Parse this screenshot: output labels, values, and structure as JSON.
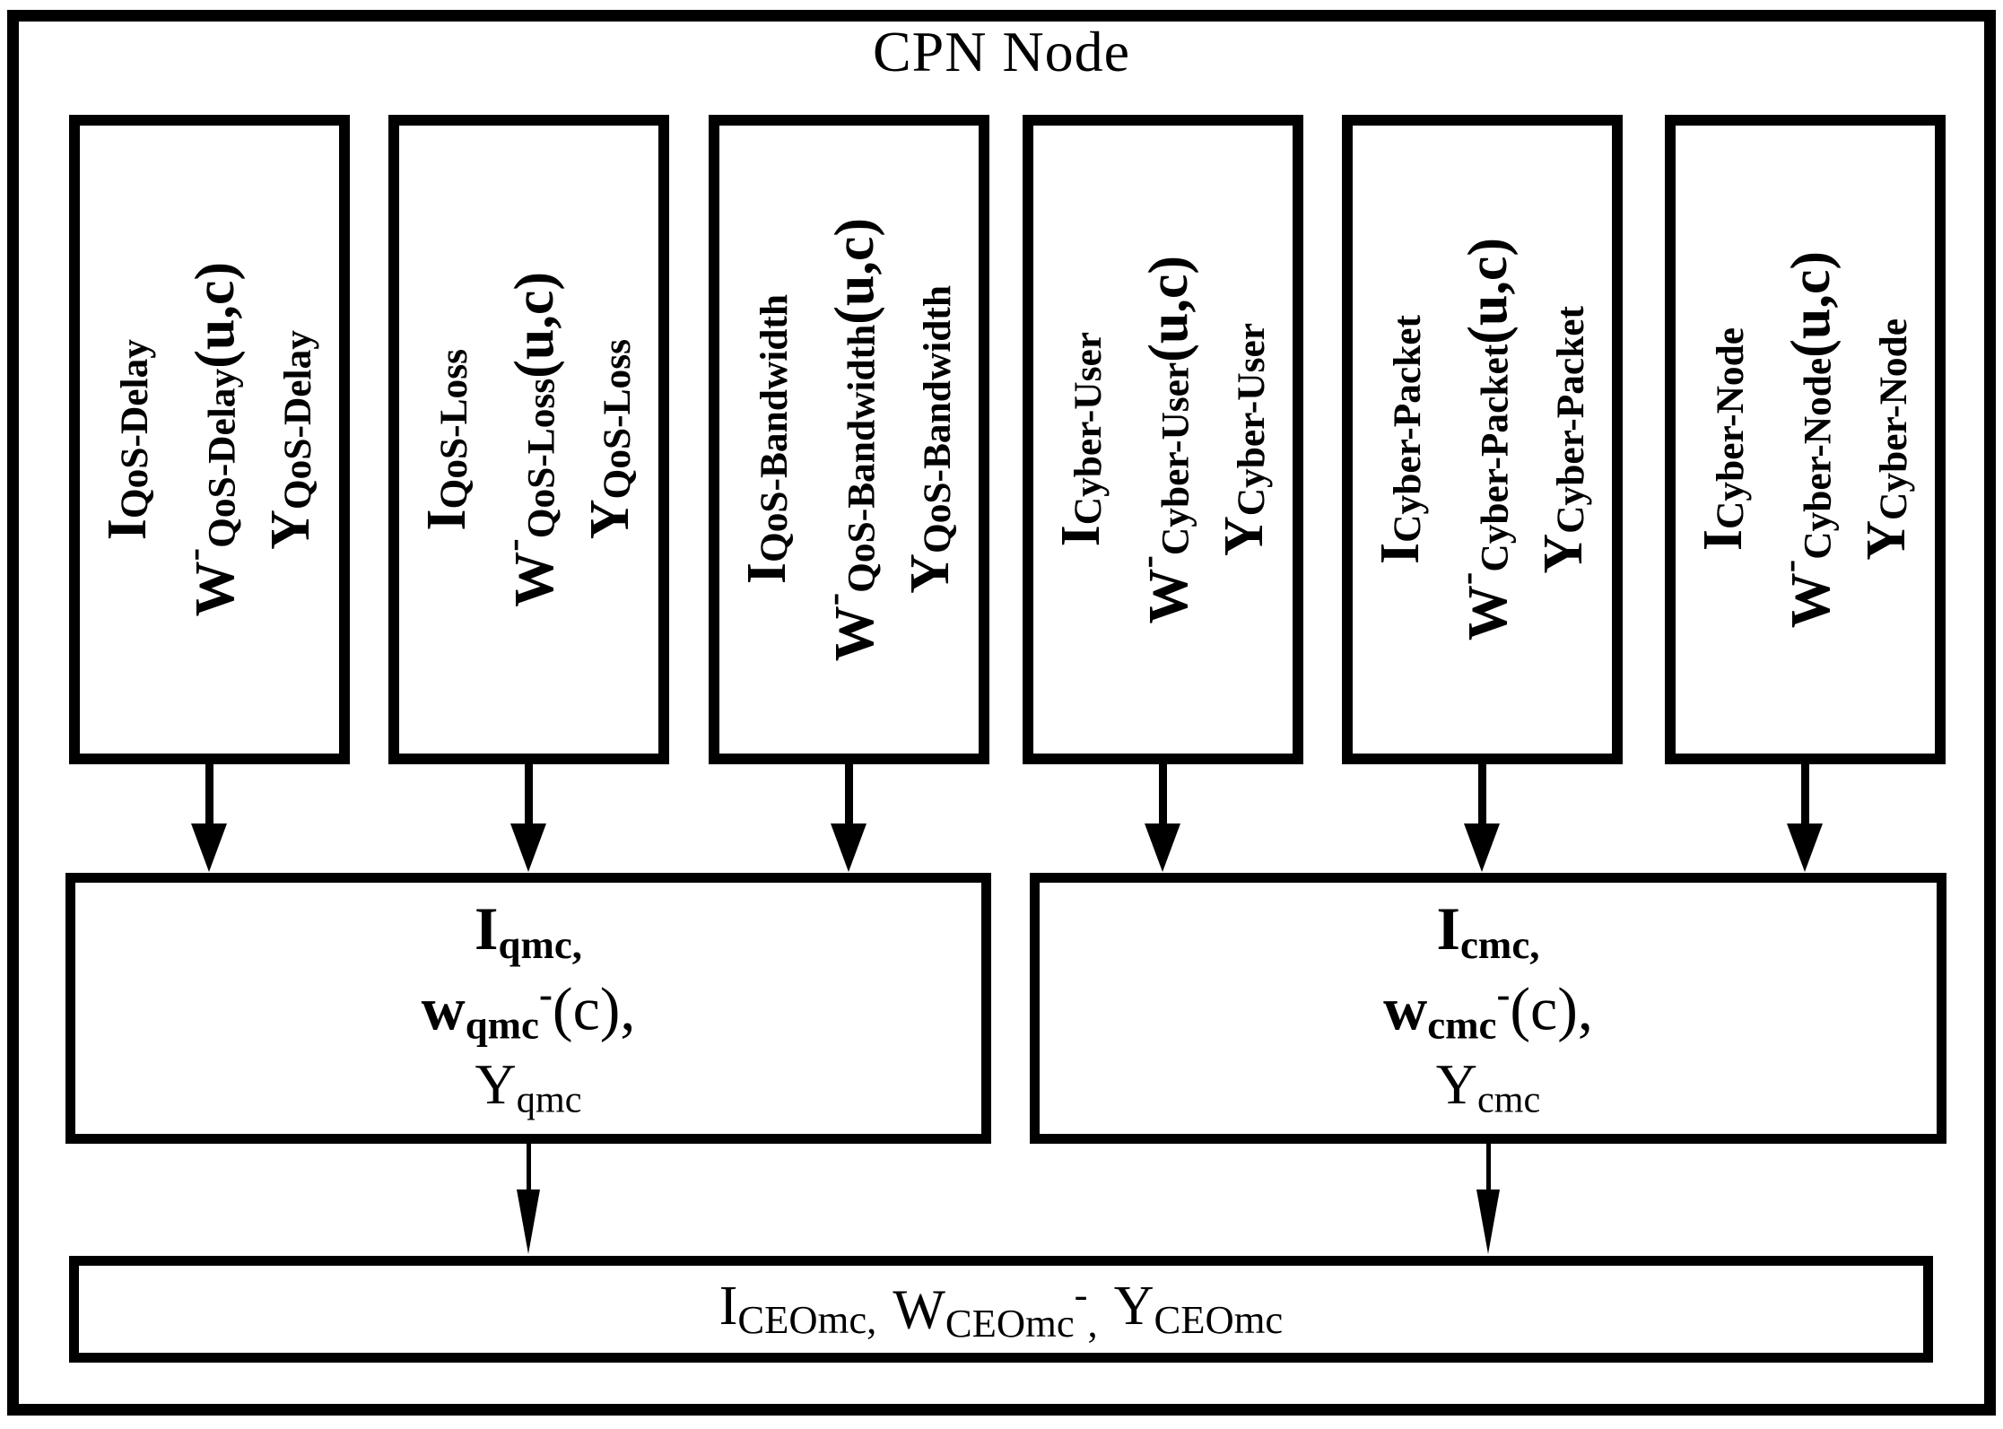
{
  "title": "CPN Node",
  "colors": {
    "ink": "#000000",
    "background": "#ffffff"
  },
  "modules": [
    {
      "id": "qos-delay",
      "i": {
        "base": "I",
        "sub": "QoS-Delay"
      },
      "w": {
        "base": "W",
        "sup": "-",
        "sub": "QoS-Delay",
        "args": "(u,c)"
      },
      "y": {
        "base": "Y",
        "sub": "QoS-Delay"
      }
    },
    {
      "id": "qos-loss",
      "i": {
        "base": "I",
        "sub": "QoS-Loss"
      },
      "w": {
        "base": "W",
        "sup": "-",
        "sub": "QoS-Loss",
        "args": "(u,c)"
      },
      "y": {
        "base": "Y",
        "sub": "QoS-Loss"
      }
    },
    {
      "id": "qos-bandwidth",
      "i": {
        "base": "I",
        "sub": "QoS-Bandwidth"
      },
      "w": {
        "base": "W",
        "sup": "-",
        "sub": "QoS-Bandwidth",
        "args": "(u,c)"
      },
      "y": {
        "base": "Y",
        "sub": "QoS-Bandwidth"
      }
    },
    {
      "id": "cyber-user",
      "i": {
        "base": "I",
        "sub": "Cyber-User"
      },
      "w": {
        "base": "W",
        "sup": "-",
        "sub": "Cyber-User",
        "args": "(u,c)"
      },
      "y": {
        "base": "Y",
        "sub": "Cyber-User"
      }
    },
    {
      "id": "cyber-packet",
      "i": {
        "base": "I",
        "sub": "Cyber-Packet"
      },
      "w": {
        "base": "W",
        "sup": "-",
        "sub": "Cyber-Packet",
        "args": "(u,c)"
      },
      "y": {
        "base": "Y",
        "sub": "Cyber-Packet"
      }
    },
    {
      "id": "cyber-node",
      "i": {
        "base": "I",
        "sub": "Cyber-Node"
      },
      "w": {
        "base": "W",
        "sup": "-",
        "sub": "Cyber-Node",
        "args": "(u,c)"
      },
      "y": {
        "base": "Y",
        "sub": "Cyber-Node"
      }
    }
  ],
  "aggregators": [
    {
      "id": "qmc",
      "i": {
        "base": "I",
        "sub": "qmc,"
      },
      "w": {
        "base": "w",
        "sub": "qmc",
        "sup": "-",
        "args": "(c),"
      },
      "y": {
        "base": "Y",
        "sub": "qmc"
      }
    },
    {
      "id": "cmc",
      "i": {
        "base": "I",
        "sub": "cmc,"
      },
      "w": {
        "base": "w",
        "sub": "cmc",
        "sup": "-",
        "args": "(c),"
      },
      "y": {
        "base": "Y",
        "sub": "cmc"
      }
    }
  ],
  "output": {
    "i": {
      "base": "I",
      "sub": "CEOmc,"
    },
    "w": {
      "base": "W",
      "sub": "CEOmc",
      "sup": "-",
      "tail": ","
    },
    "y": {
      "base": "Y",
      "sub": "CEOmc"
    }
  }
}
